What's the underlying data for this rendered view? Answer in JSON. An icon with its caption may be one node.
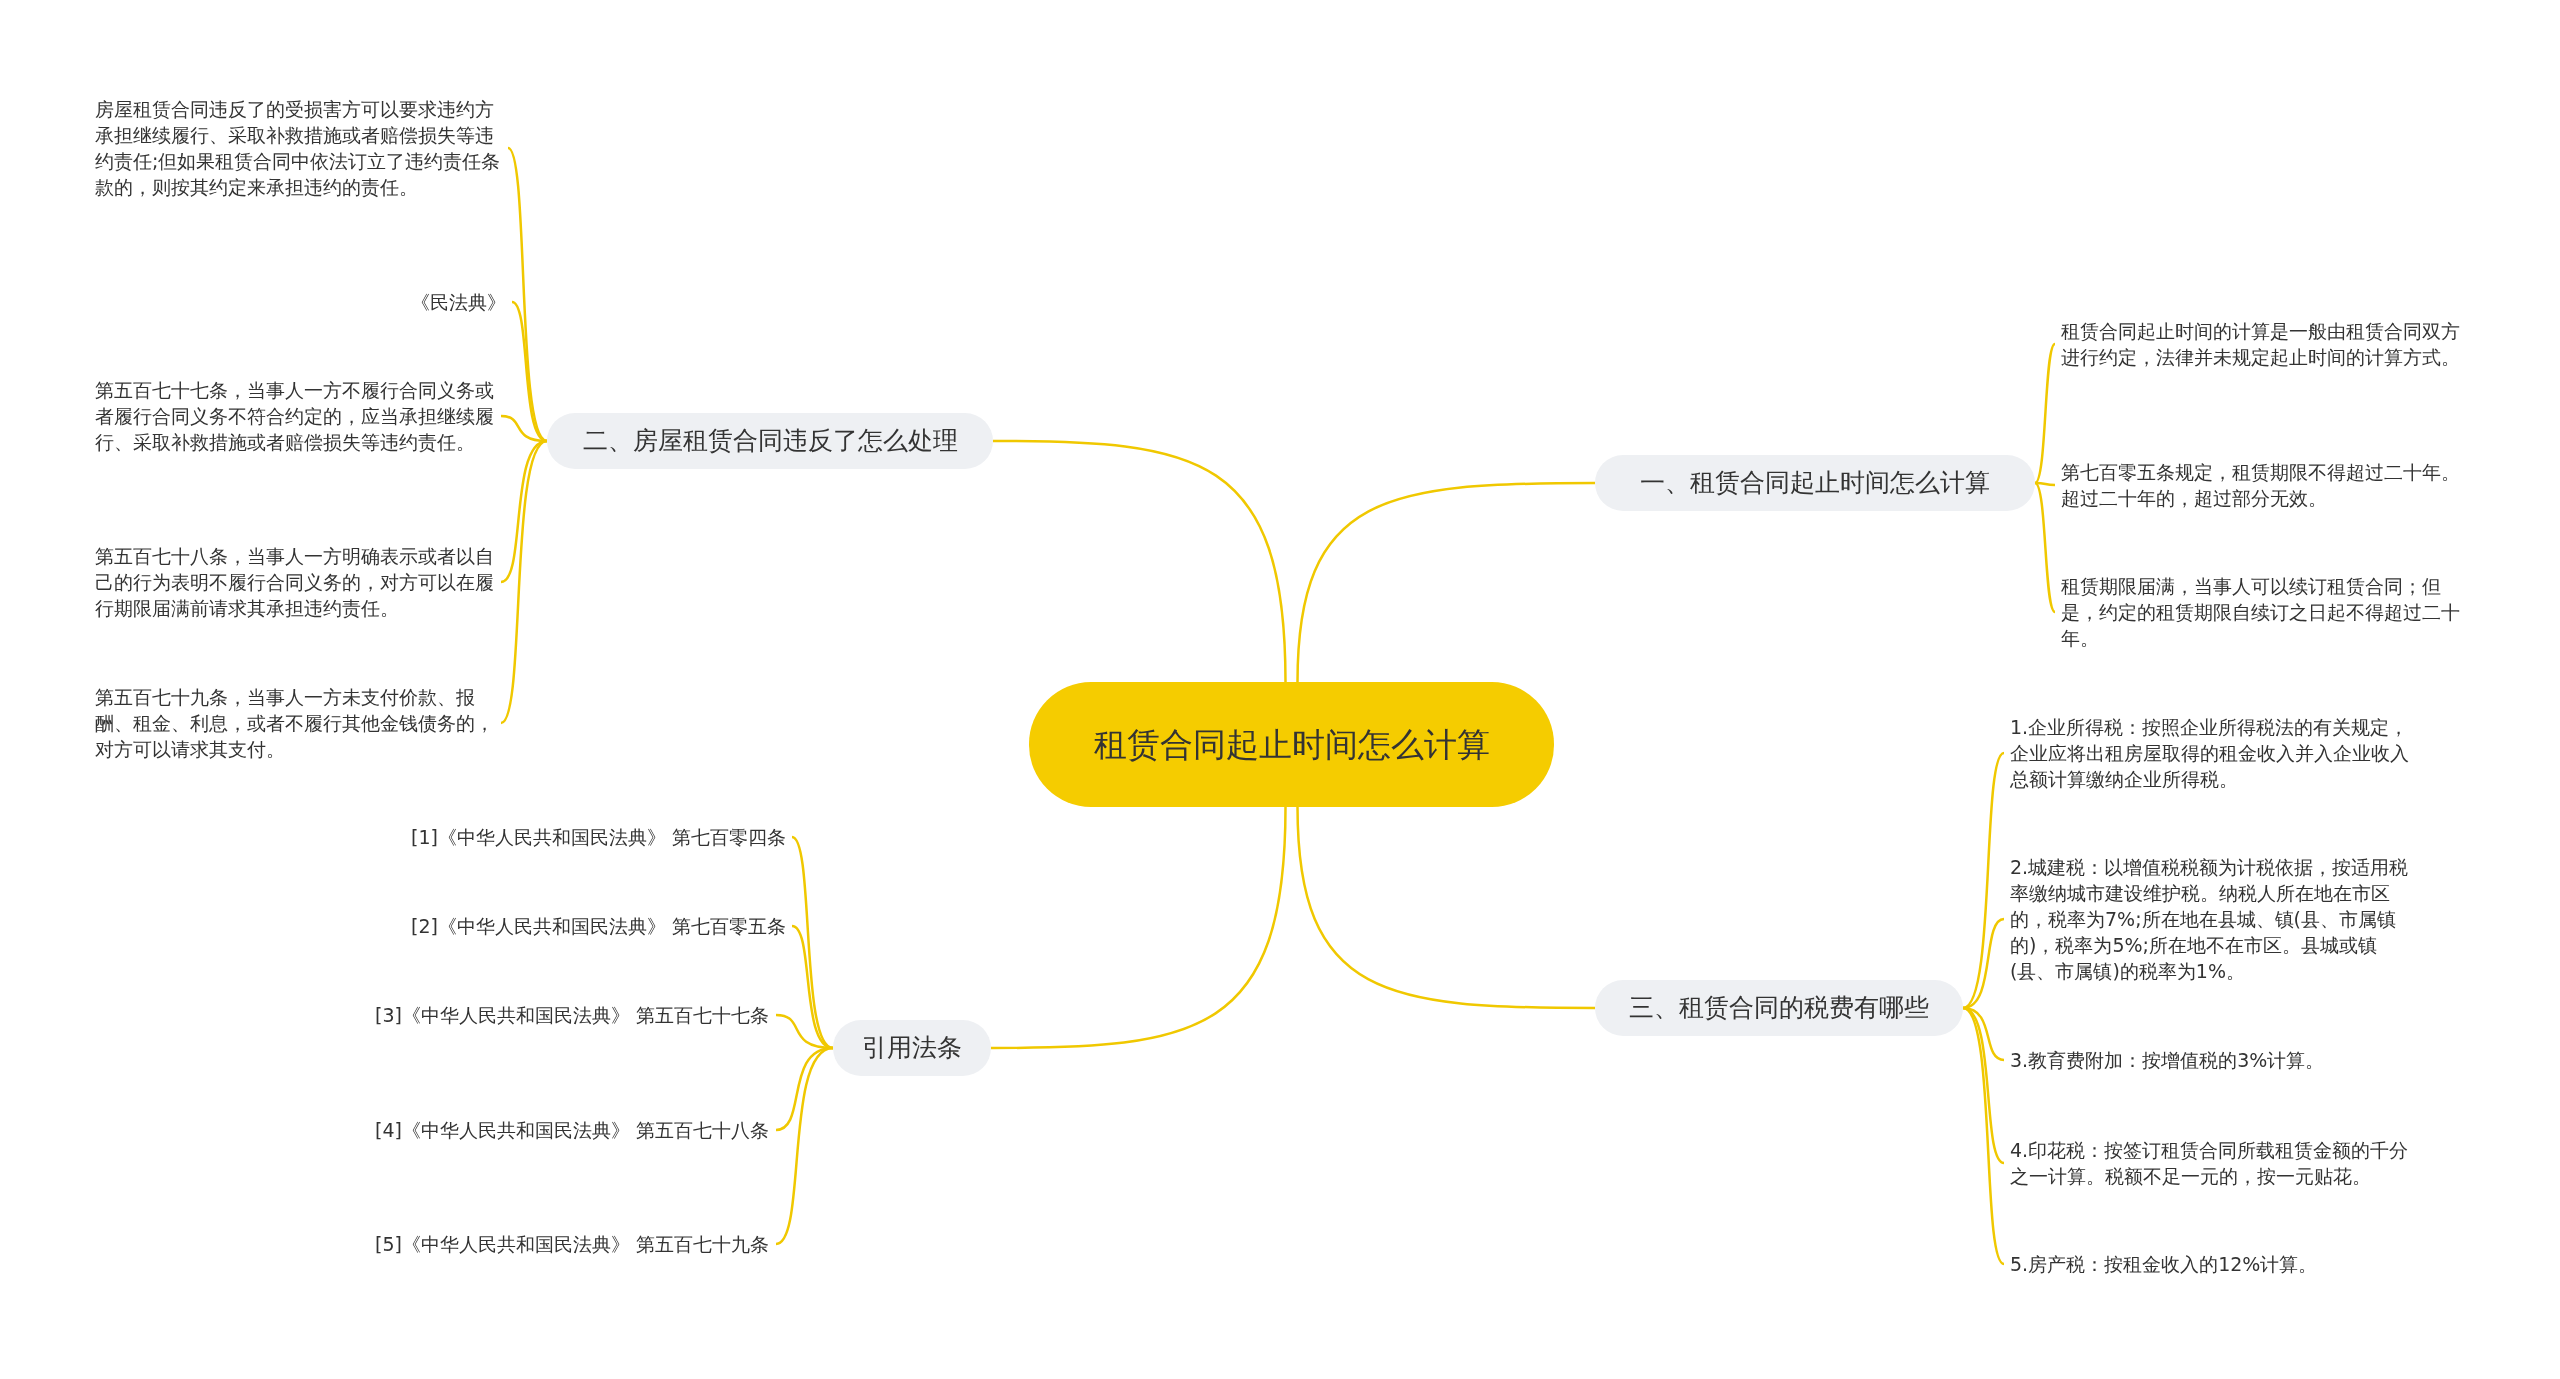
{
  "diagram": {
    "nodes": [
      {
        "text": [
          "租赁合同起止时间怎么计算"
        ]
      },
      {
        "text": [
          "一、租赁合同起止时间怎么计算"
        ]
      },
      {
        "text": [
          "租赁合同起止时间的计算是一般由租赁合同双方进行约定，法律并未规定起止时间的计算方式。"
        ]
      },
      {
        "text": [
          "第七百零五条规定，租赁期限不得超过二十年。超过二十年的，超过部分无效。"
        ]
      },
      {
        "text": [
          "租赁期限届满，当事人可以续订租赁合同；但是，约定的租赁期限自续订之日起不得超过二十年。"
        ]
      },
      {
        "text": [
          "三、租赁合同的税费有哪些"
        ]
      },
      {
        "text": [
          "1.企业所得税：按照企业所得税法的有关规定，企业应将出租房屋取得的租金收入并入企业收入总额计算缴纳企业所得税。"
        ]
      },
      {
        "text": [
          "2.城建税：以增值税税额为计税依据，按适用税率缴纳城市建设维护税。纳税人所在地在市区的，税率为7%;所在地在县城、镇(县、市属镇的)，税率为5%;所在地不在市区。县城或镇(县、市属镇)的税率为1%。"
        ]
      },
      {
        "text": [
          "3.教育费附加：按增值税的3%计算。"
        ]
      },
      {
        "text": [
          "4.印花税：按签订租赁合同所载租赁金额的千分之一计算。税额不足一元的，按一元贴花。"
        ]
      },
      {
        "text": [
          "5.房产税：按租金收入的12%计算。"
        ]
      },
      {
        "text": [
          "二、房屋租赁合同违反了怎么处理"
        ]
      },
      {
        "text": [
          "房屋租赁合同违反了的受损害方可以要求违约方承担继续履行、采取补救措施或者赔偿损失等违约责任;但如果租赁合同中依法订立了违约责任条款的，则按其约定来承担违约的责任。"
        ]
      },
      {
        "text": [
          "《民法典》"
        ]
      },
      {
        "text": [
          "第五百七十七条，当事人一方不履行合同义务或者履行合同义务不符合约定的，应当承担继续履行、采取补救措施或者赔偿损失等违约责任。"
        ]
      },
      {
        "text": [
          "第五百七十八条，当事人一方明确表示或者以自己的行为表明不履行合同义务的，对方可以在履行期限届满前请求其承担违约责任。"
        ]
      },
      {
        "text": [
          "第五百七十九条，当事人一方未支付价款、报酬、租金、利息，或者不履行其他金钱债务的，对方可以请求其支付。"
        ]
      },
      {
        "text": [
          "引用法条"
        ]
      },
      {
        "text": [
          "[1]《中华人民共和国民法典》 第七百零四条"
        ]
      },
      {
        "text": [
          "[2]《中华人民共和国民法典》 第七百零五条"
        ]
      },
      {
        "text": [
          "[3]《中华人民共和国民法典》 第五百七十七条"
        ]
      },
      {
        "text": [
          "[4]《中华人民共和国民法典》 第五百七十八条"
        ]
      },
      {
        "text": [
          "[5]《中华人民共和国民法典》 第五百七十九条"
        ]
      }
    ],
    "edges": [
      {
        "from": 0,
        "to": 1,
        "arrow": "none"
      },
      {
        "from": 1,
        "to": 2,
        "arrow": "none"
      },
      {
        "from": 1,
        "to": 3,
        "arrow": "none"
      },
      {
        "from": 1,
        "to": 4,
        "arrow": "none"
      },
      {
        "from": 0,
        "to": 5,
        "arrow": "none"
      },
      {
        "from": 5,
        "to": 6,
        "arrow": "none"
      },
      {
        "from": 5,
        "to": 7,
        "arrow": "none"
      },
      {
        "from": 5,
        "to": 8,
        "arrow": "none"
      },
      {
        "from": 5,
        "to": 9,
        "arrow": "none"
      },
      {
        "from": 5,
        "to": 10,
        "arrow": "none"
      },
      {
        "from": 0,
        "to": 11,
        "arrow": "none"
      },
      {
        "from": 11,
        "to": 12,
        "arrow": "none"
      },
      {
        "from": 11,
        "to": 13,
        "arrow": "none"
      },
      {
        "from": 11,
        "to": 14,
        "arrow": "none"
      },
      {
        "from": 11,
        "to": 15,
        "arrow": "none"
      },
      {
        "from": 11,
        "to": 16,
        "arrow": "none"
      },
      {
        "from": 0,
        "to": 17,
        "arrow": "none"
      },
      {
        "from": 17,
        "to": 18,
        "arrow": "none"
      },
      {
        "from": 17,
        "to": 19,
        "arrow": "none"
      },
      {
        "from": 17,
        "to": 20,
        "arrow": "none"
      },
      {
        "from": 17,
        "to": 21,
        "arrow": "none"
      },
      {
        "from": 17,
        "to": 22,
        "arrow": "none"
      }
    ]
  }
}
